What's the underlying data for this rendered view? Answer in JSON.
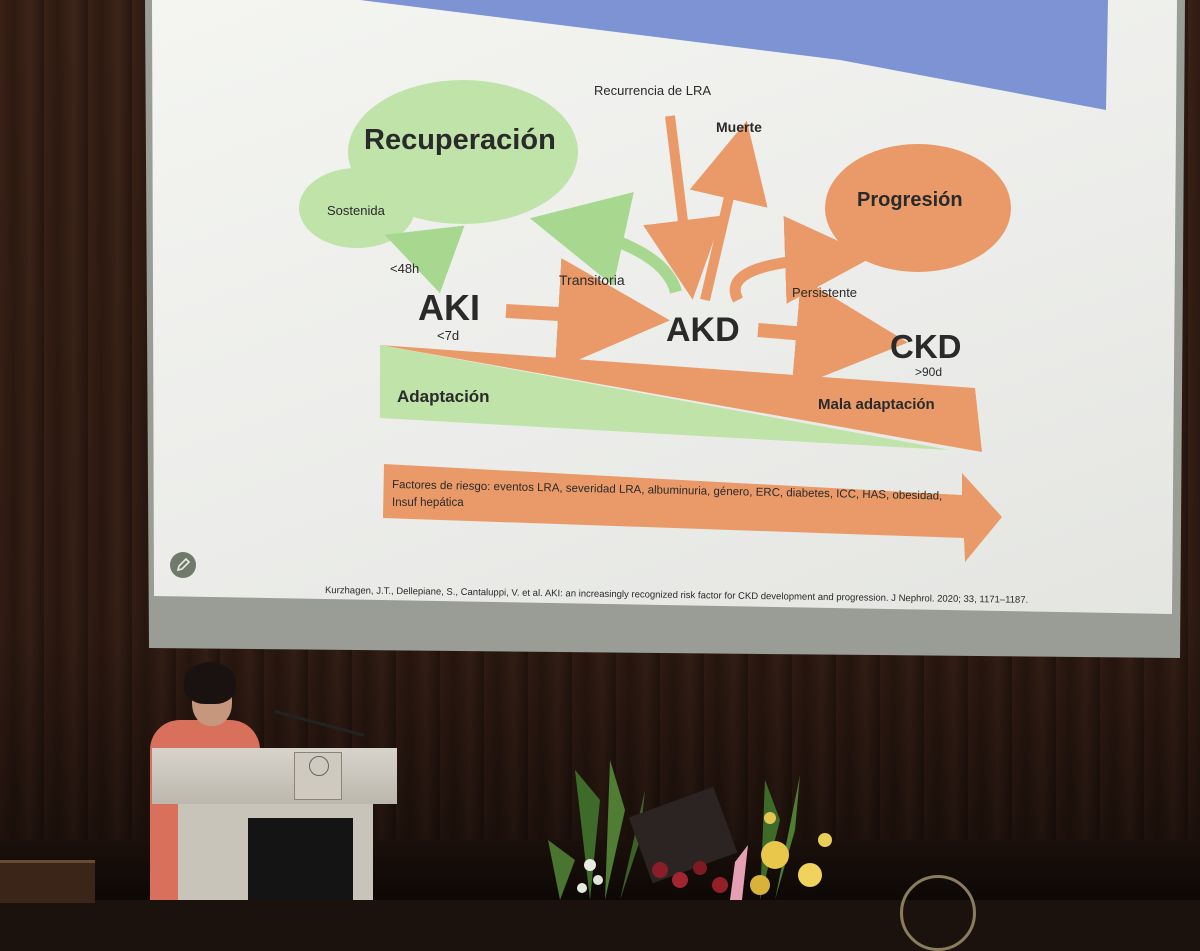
{
  "slide": {
    "recuperacion": "Recuperación",
    "sostenida": "Sostenida",
    "lt48h": "<48h",
    "aki": "AKI",
    "lt7d": "<7d",
    "transitoria": "Transitoria",
    "recurrencia": "Recurrencia de LRA",
    "muerte": "Muerte",
    "akd": "AKD",
    "progresion": "Progresión",
    "persistente": "Persistente",
    "ckd": "CKD",
    "gt90d": ">90d",
    "adaptacion": "Adaptación",
    "mala_adaptacion": "Mala adaptación",
    "factores_line1": "Factores de riesgo: eventos LRA, severidad LRA, albuminuria, género, ERC, diabetes, ICC, HAS, obesidad,",
    "factores_line2": "Insuf hepática",
    "citation": "Kurzhagen, J.T., Dellepiane, S., Cantaluppi, V. et al. AKI: an increasingly recognized risk factor for CKD development and progression. J Nephrol. 2020; 33, 1171–1187."
  },
  "icons": {
    "edit": "pencil-icon"
  },
  "colors": {
    "green": "#bfe3a8",
    "orange": "#ea9a68",
    "blue_bar": "#7d93d4"
  }
}
